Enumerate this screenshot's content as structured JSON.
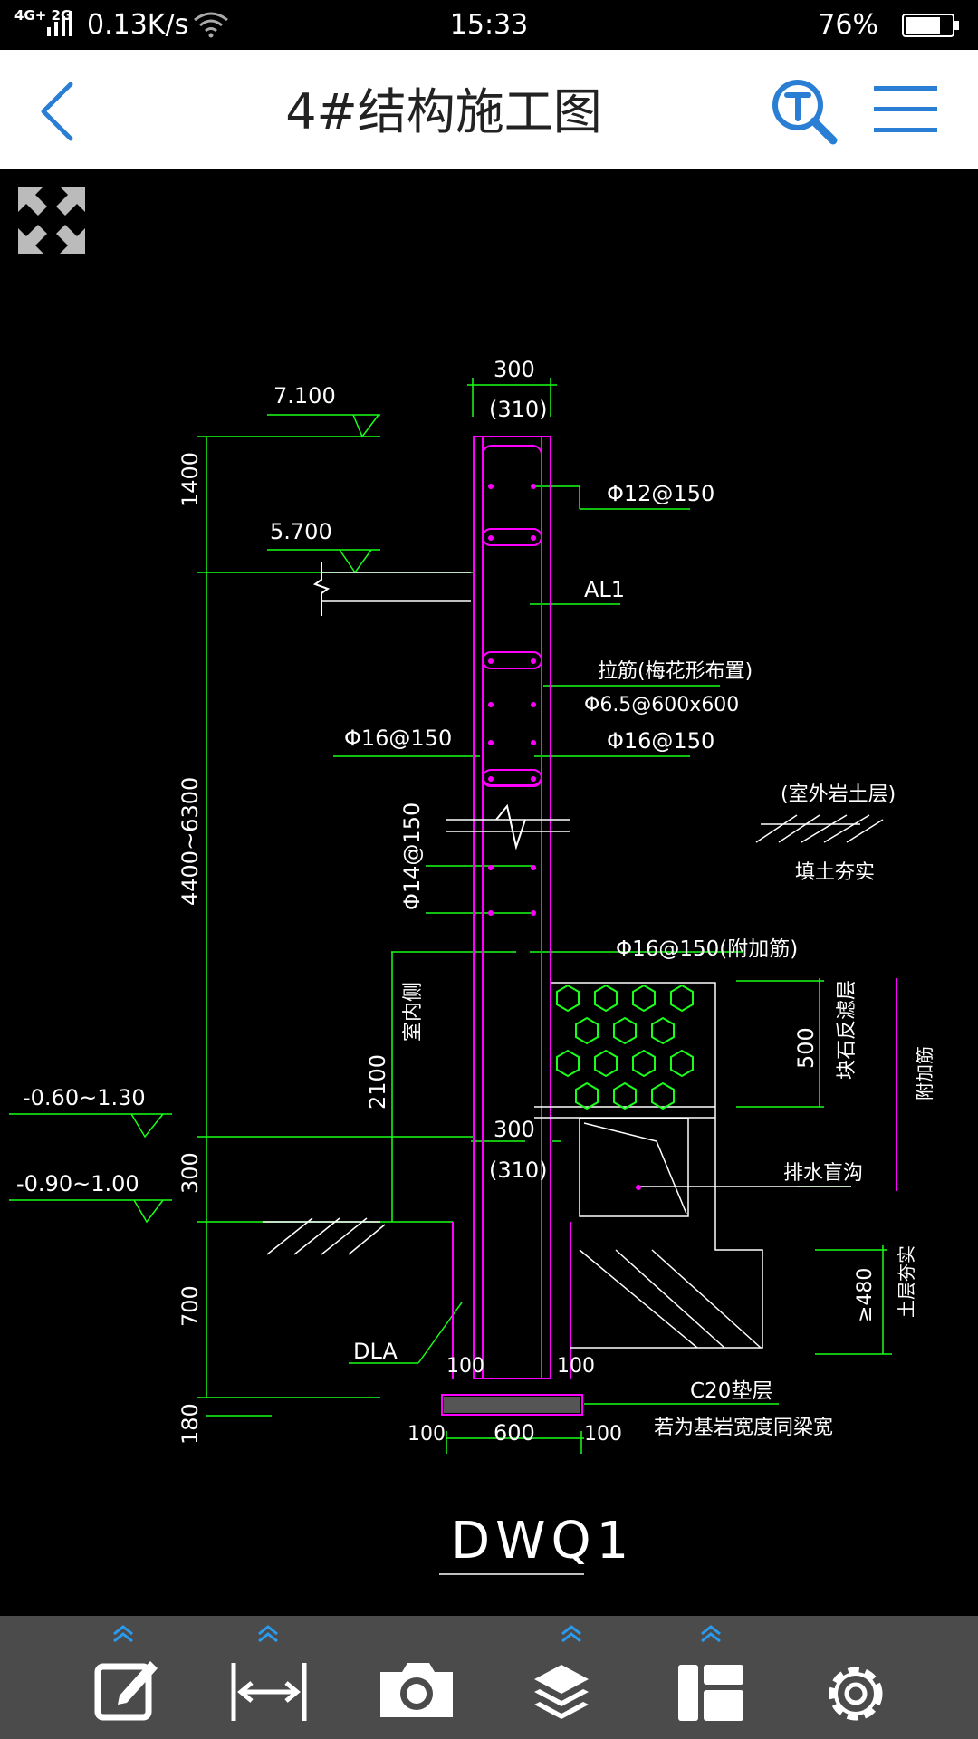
{
  "status_bar": {
    "network_type": "4G+ 2G",
    "speed": "0.13K/s",
    "time": "15:33",
    "battery": "76%"
  },
  "header": {
    "title": "4#结构施工图"
  },
  "icons": {
    "back": "chevron-left-icon",
    "search": "text-search-icon",
    "menu": "hamburger-menu-icon",
    "expand": "expand-arrows-icon",
    "toolbar": [
      "edit-icon",
      "measure-icon",
      "camera-icon",
      "layers-icon",
      "layout-icon",
      "settings-icon"
    ]
  },
  "colors": {
    "accent": "#2a7fd4",
    "cad_green": "#19ff19",
    "cad_magenta": "#ff00ff",
    "cad_white": "#ffffff",
    "cad_cyan": "#00bcd4",
    "toolbar_bg": "#4b4b4b"
  },
  "drawing": {
    "labels": {
      "top_width": "300",
      "top_width_paren": "(310)",
      "elev_7100": "7.100",
      "elev_5700": "5.700",
      "dim_1400": "1400",
      "rebar_12": "Φ12@150",
      "al1": "AL1",
      "tie_note": "拉筋(梅花形布置)",
      "tie_spec": "Φ6.5@600x600",
      "rebar_16_left": "Φ16@150",
      "rebar_16_right": "Φ16@150",
      "outer_rock": "(室外岩土层)",
      "fill_soil": "填土夯实",
      "dim_4400": "4400~6300",
      "rebar_14": "Φ14@150",
      "rebar_16_add": "Φ16@150(附加筋)",
      "indoor_side": "室内侧",
      "dim_500": "500",
      "gravel_filter": "块石反滤层",
      "add_bar": "附加筋",
      "dim_2100": "2100",
      "elev_060": "-0.60~1.30",
      "mid_width": "300",
      "mid_width_paren": "(310)",
      "drain": "排水盲沟",
      "elev_090": "-0.90~1.00",
      "dim_300": "300",
      "dim_700": "700",
      "soil_compact": "土层夯实",
      "dim_480": "≥480",
      "dla": "DLA",
      "dim_100_left": "100",
      "dim_100_right": "100",
      "c20_bed": "C20垫层",
      "bed_note": "若为基岩宽度同梁宽",
      "dim_180": "180",
      "bottom_100_left": "100",
      "bottom_600": "600",
      "bottom_100_right": "100",
      "title": "DWQ1"
    }
  }
}
